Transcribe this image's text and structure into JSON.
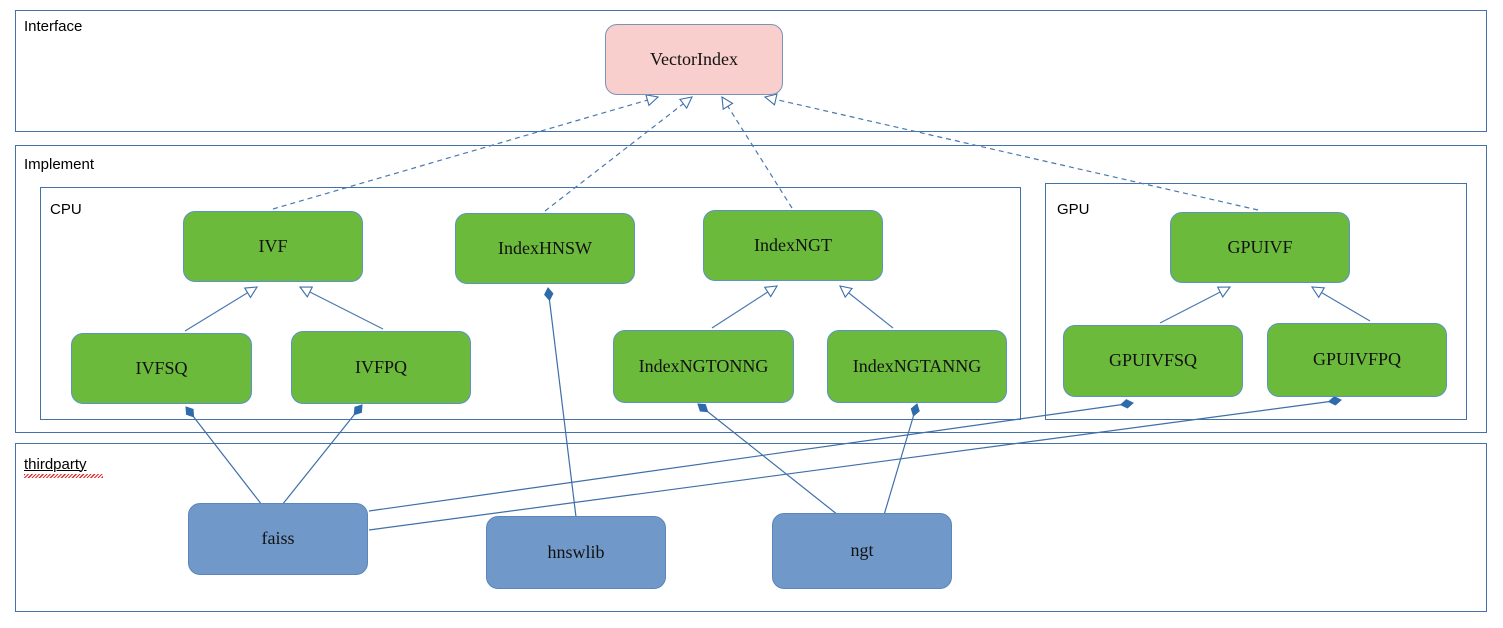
{
  "diagram": {
    "title_groups": [
      {
        "id": "interface",
        "label": "Interface"
      },
      {
        "id": "implement",
        "label": "Implement"
      },
      {
        "id": "cpu",
        "label": "CPU"
      },
      {
        "id": "gpu",
        "label": "GPU"
      },
      {
        "id": "thirdparty",
        "label": "thirdparty"
      }
    ],
    "colors": {
      "interface_fill": "#f8cfcc",
      "implement_fill": "#6cba3c",
      "thirdparty_fill": "#7099c9",
      "border": "#4472a8",
      "line": "#3d6fa8",
      "spellcheck_underline": "#e02020"
    },
    "nodes": {
      "vectorindex": "VectorIndex",
      "ivf": "IVF",
      "indexhnsw": "IndexHNSW",
      "indexngt": "IndexNGT",
      "gpuivf": "GPUIVF",
      "ivfsq": "IVFSQ",
      "ivfpq": "IVFPQ",
      "indexngtonng": "IndexNGTONNG",
      "indexngtanng": "IndexNGTANNG",
      "gpuivfsq": "GPUIVFSQ",
      "gpuivfpq": "GPUIVFPQ",
      "faiss": "faiss",
      "hnswlib": "hnswlib",
      "ngt": "ngt"
    },
    "relations": [
      {
        "from": "IVF",
        "to": "VectorIndex",
        "type": "realization"
      },
      {
        "from": "IndexHNSW",
        "to": "VectorIndex",
        "type": "realization"
      },
      {
        "from": "IndexNGT",
        "to": "VectorIndex",
        "type": "realization"
      },
      {
        "from": "GPUIVF",
        "to": "VectorIndex",
        "type": "realization"
      },
      {
        "from": "IVFSQ",
        "to": "IVF",
        "type": "generalization"
      },
      {
        "from": "IVFPQ",
        "to": "IVF",
        "type": "generalization"
      },
      {
        "from": "IndexNGTONNG",
        "to": "IndexNGT",
        "type": "generalization"
      },
      {
        "from": "IndexNGTANNG",
        "to": "IndexNGT",
        "type": "generalization"
      },
      {
        "from": "GPUIVFSQ",
        "to": "GPUIVF",
        "type": "generalization"
      },
      {
        "from": "GPUIVFPQ",
        "to": "GPUIVF",
        "type": "generalization"
      },
      {
        "from": "faiss",
        "to": "IVFSQ",
        "type": "composition"
      },
      {
        "from": "faiss",
        "to": "IVFPQ",
        "type": "composition"
      },
      {
        "from": "faiss",
        "to": "GPUIVFSQ",
        "type": "composition"
      },
      {
        "from": "faiss",
        "to": "GPUIVFPQ",
        "type": "composition"
      },
      {
        "from": "hnswlib",
        "to": "IndexHNSW",
        "type": "composition"
      },
      {
        "from": "ngt",
        "to": "IndexNGTONNG",
        "type": "composition"
      },
      {
        "from": "ngt",
        "to": "IndexNGTANNG",
        "type": "composition"
      }
    ]
  }
}
